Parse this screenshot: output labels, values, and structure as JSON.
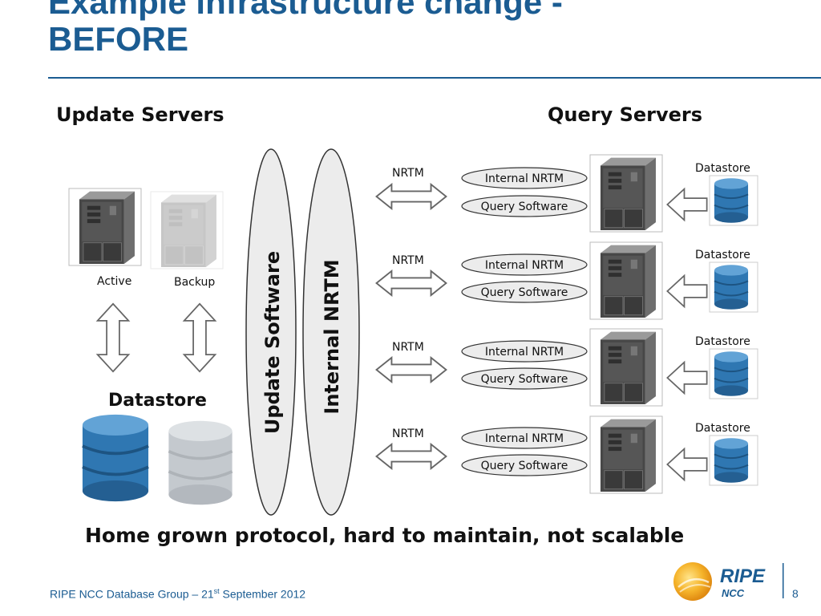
{
  "slide": {
    "title_line1": "Example infrastructure change -",
    "title_line2": "BEFORE",
    "footer_prefix": "RIPE NCC Database Group – 21",
    "footer_sup": "st",
    "footer_suffix": " September 2012",
    "page_number": "8",
    "logo_text": "RIPE",
    "logo_sub": "NCC"
  },
  "diagram": {
    "update_servers_heading": "Update Servers",
    "query_servers_heading": "Query Servers",
    "active_label": "Active",
    "backup_label": "Backup",
    "datastore_label": "Datastore",
    "update_software_label": "Update Software",
    "internal_nrtm_label": "Internal NRTM",
    "caption": "Home grown protocol, hard to maintain, not scalable",
    "rows": [
      {
        "nrtm": "NRTM",
        "internal": "Internal NRTM",
        "query": "Query Software",
        "datastore": "Datastore"
      },
      {
        "nrtm": "NRTM",
        "internal": "Internal NRTM",
        "query": "Query Software",
        "datastore": "Datastore"
      },
      {
        "nrtm": "NRTM",
        "internal": "Internal NRTM",
        "query": "Query Software",
        "datastore": "Datastore"
      },
      {
        "nrtm": "NRTM",
        "internal": "Internal NRTM",
        "query": "Query Software",
        "datastore": "Datastore"
      }
    ]
  },
  "colors": {
    "title": "#1b5c92",
    "db_blue": "#2f77b2",
    "db_grey": "#c4c9ce",
    "logo_orange": "#f5a623"
  }
}
